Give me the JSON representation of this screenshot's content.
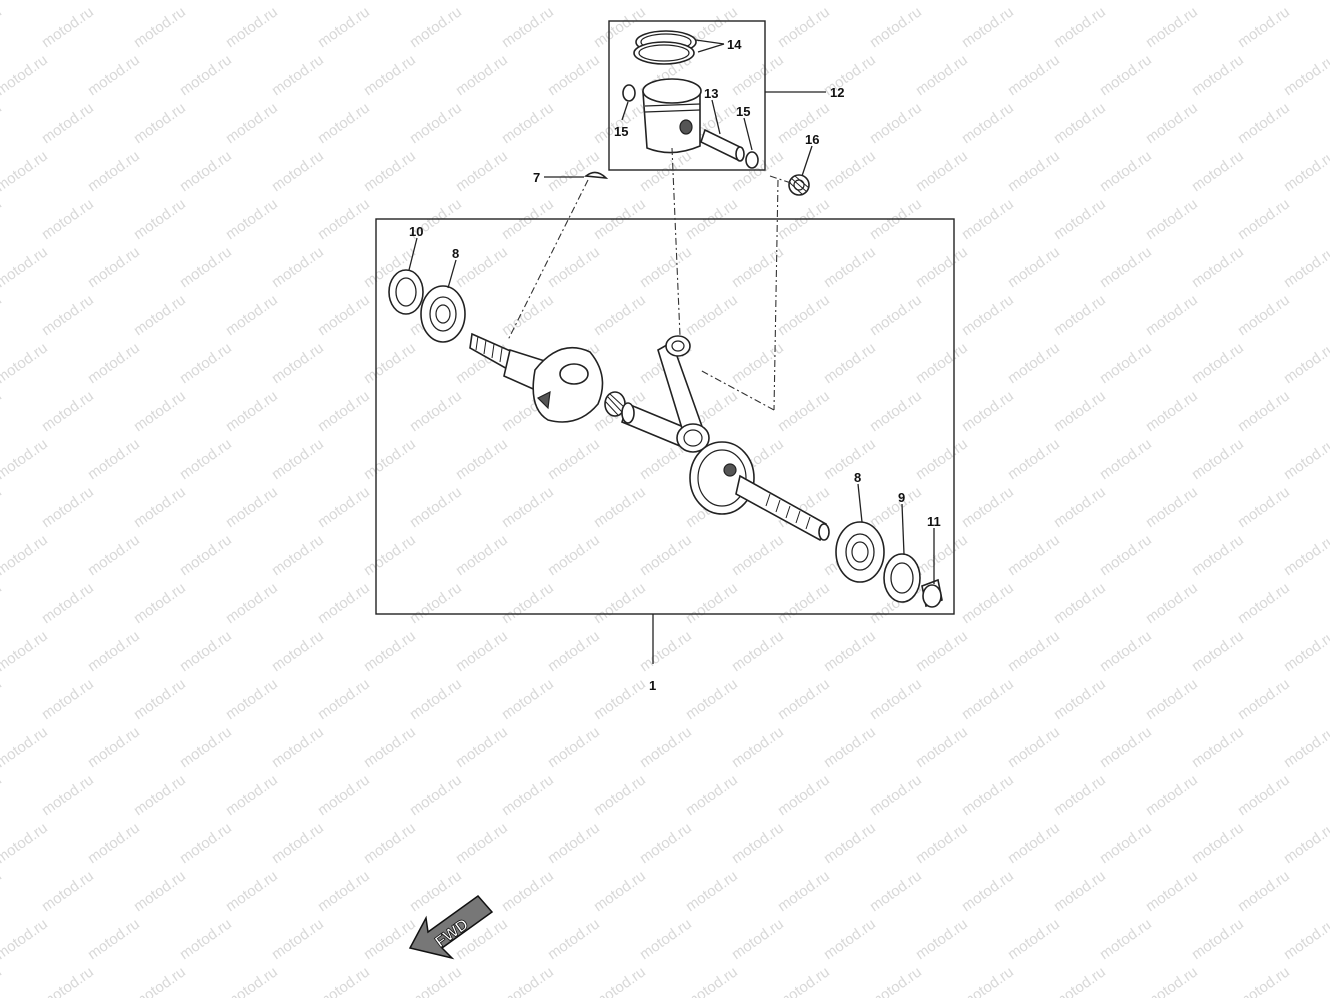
{
  "watermark": {
    "text": "motod.ru",
    "color": "#d8d8d8"
  },
  "callouts": {
    "c1": "1",
    "c7": "7",
    "c8a": "8",
    "c8b": "8",
    "c9": "9",
    "c10": "10",
    "c11": "11",
    "c12": "12",
    "c13": "13",
    "c14": "14",
    "c15a": "15",
    "c15b": "15",
    "c16": "16"
  },
  "fwd_label": "FWD"
}
